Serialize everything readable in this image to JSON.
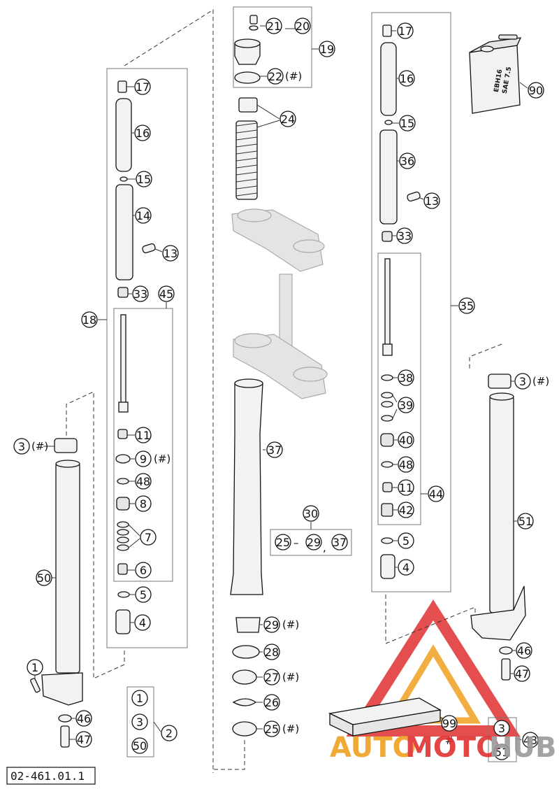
{
  "diagram": {
    "reference_code": "02-461.01.1",
    "note_suffix": "(#)",
    "oil_can_label_line1": "EBH16",
    "oil_can_label_line2": "SAE 7.5",
    "separator_dash": "–",
    "separator_comma": ",",
    "hash_mark": "#",
    "callouts": [
      {
        "id": "c21",
        "n": "21"
      },
      {
        "id": "c20",
        "n": "20"
      },
      {
        "id": "c19",
        "n": "19"
      },
      {
        "id": "c22",
        "n": "22"
      },
      {
        "id": "c24",
        "n": "24"
      },
      {
        "id": "c17a",
        "n": "17"
      },
      {
        "id": "c16a",
        "n": "16"
      },
      {
        "id": "c15a",
        "n": "15"
      },
      {
        "id": "c14",
        "n": "14"
      },
      {
        "id": "c13a",
        "n": "13"
      },
      {
        "id": "c33a",
        "n": "33"
      },
      {
        "id": "c45",
        "n": "45"
      },
      {
        "id": "c18",
        "n": "18"
      },
      {
        "id": "c11a",
        "n": "11"
      },
      {
        "id": "c9",
        "n": "9"
      },
      {
        "id": "c48a",
        "n": "48"
      },
      {
        "id": "c8",
        "n": "8"
      },
      {
        "id": "c7",
        "n": "7"
      },
      {
        "id": "c6",
        "n": "6"
      },
      {
        "id": "c5a",
        "n": "5"
      },
      {
        "id": "c4a",
        "n": "4"
      },
      {
        "id": "c3a",
        "n": "3"
      },
      {
        "id": "c50",
        "n": "50"
      },
      {
        "id": "c1",
        "n": "1"
      },
      {
        "id": "c46a",
        "n": "46"
      },
      {
        "id": "c47a",
        "n": "47"
      },
      {
        "id": "c2",
        "n": "2"
      },
      {
        "id": "k1",
        "n": "1"
      },
      {
        "id": "k3",
        "n": "3"
      },
      {
        "id": "k50",
        "n": "50"
      },
      {
        "id": "c37",
        "n": "37"
      },
      {
        "id": "c30",
        "n": "30"
      },
      {
        "id": "s25",
        "n": "25"
      },
      {
        "id": "s29",
        "n": "29"
      },
      {
        "id": "s37",
        "n": "37"
      },
      {
        "id": "c29",
        "n": "29"
      },
      {
        "id": "c28",
        "n": "28"
      },
      {
        "id": "c27",
        "n": "27"
      },
      {
        "id": "c26",
        "n": "26"
      },
      {
        "id": "c25",
        "n": "25"
      },
      {
        "id": "c17b",
        "n": "17"
      },
      {
        "id": "c16b",
        "n": "16"
      },
      {
        "id": "c15b",
        "n": "15"
      },
      {
        "id": "c36",
        "n": "36"
      },
      {
        "id": "c13b",
        "n": "13"
      },
      {
        "id": "c33b",
        "n": "33"
      },
      {
        "id": "c35",
        "n": "35"
      },
      {
        "id": "c38",
        "n": "38"
      },
      {
        "id": "c39",
        "n": "39"
      },
      {
        "id": "c40",
        "n": "40"
      },
      {
        "id": "c48b",
        "n": "48"
      },
      {
        "id": "c11b",
        "n": "11"
      },
      {
        "id": "c44",
        "n": "44"
      },
      {
        "id": "c42",
        "n": "42"
      },
      {
        "id": "c5b",
        "n": "5"
      },
      {
        "id": "c4b",
        "n": "4"
      },
      {
        "id": "c3b",
        "n": "3"
      },
      {
        "id": "c51",
        "n": "51"
      },
      {
        "id": "c46b",
        "n": "46"
      },
      {
        "id": "c47b",
        "n": "47"
      },
      {
        "id": "c90",
        "n": "90"
      },
      {
        "id": "c99",
        "n": "99"
      },
      {
        "id": "k3b",
        "n": "3"
      },
      {
        "id": "k51",
        "n": "51"
      },
      {
        "id": "c43",
        "n": "43"
      }
    ]
  },
  "watermark": {
    "word_a": "AUTO",
    "word_b": "MOTO",
    "word_c": "HUB",
    "color_red": "#e03030",
    "color_orange": "#f0a020",
    "color_gray": "#9a9a9a"
  }
}
